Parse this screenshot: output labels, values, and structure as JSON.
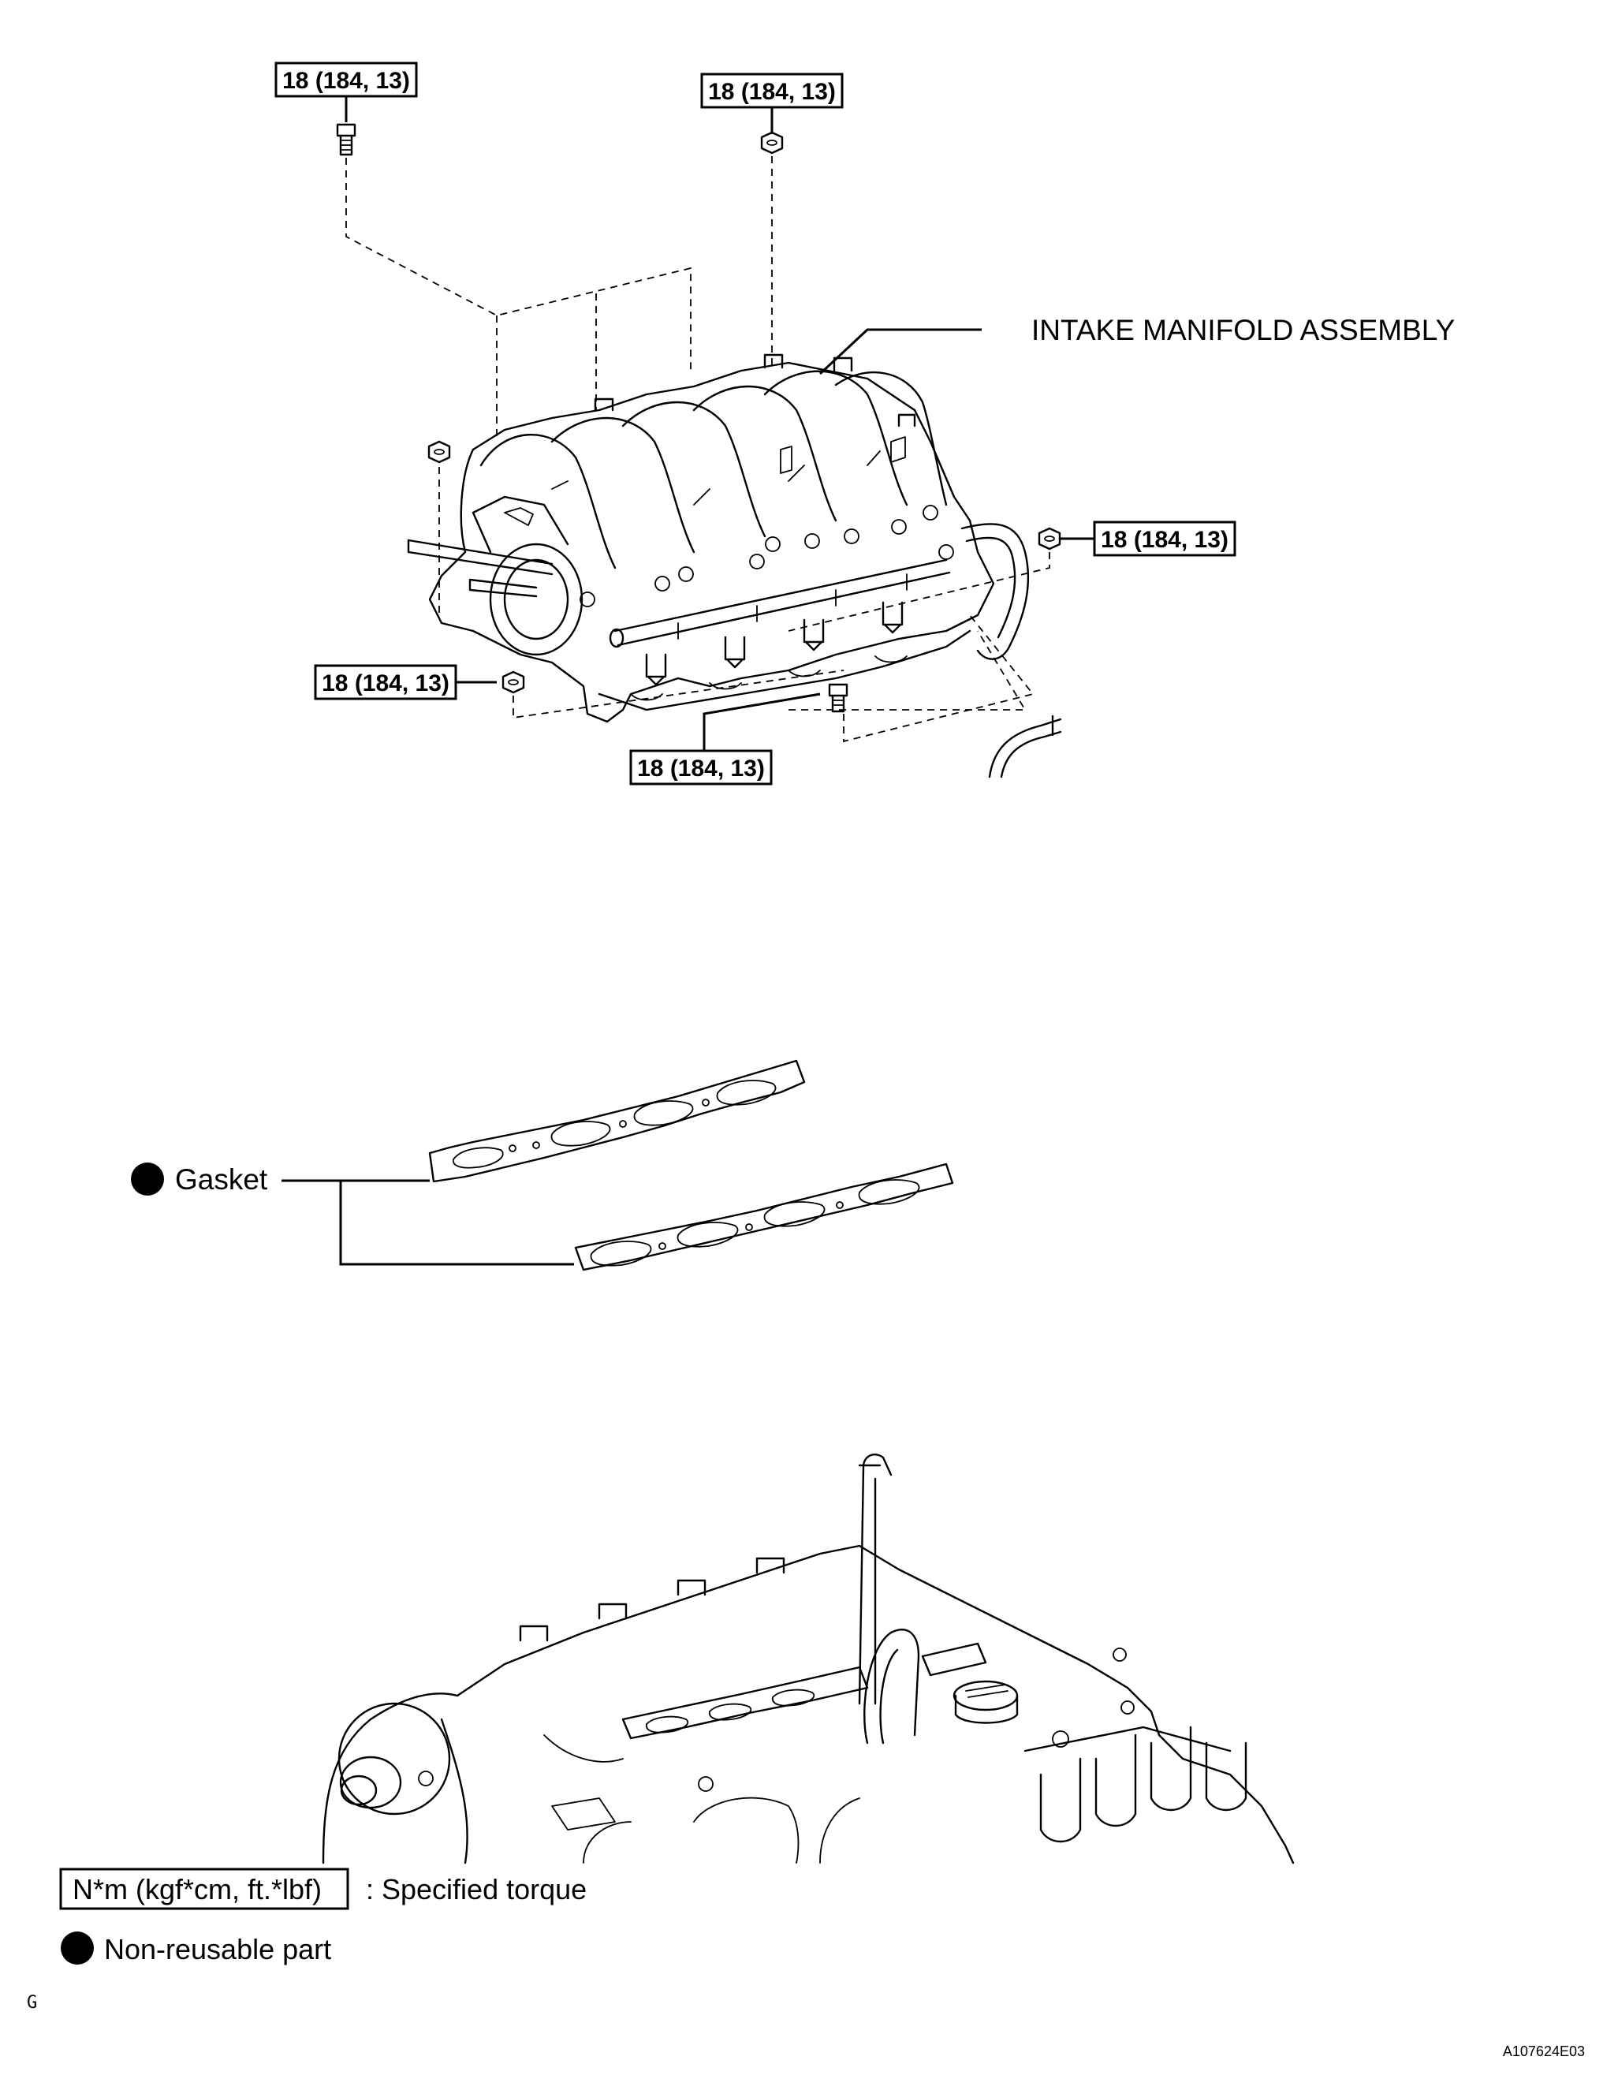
{
  "torque_labels": [
    "18 (184, 13)",
    "18 (184, 13)",
    "18 (184, 13)",
    "18 (184, 13)",
    "18 (184, 13)"
  ],
  "part_labels": {
    "intake_manifold": "INTAKE MANIFOLD ASSEMBLY",
    "gasket": "Gasket"
  },
  "legend": {
    "torque_box": "N*m (kgf*cm, ft.*lbf)",
    "torque_desc": ": Specified torque",
    "nonreusable": "Non-reusable part"
  },
  "corner_mark": "G",
  "reference_code": "A107624E03"
}
